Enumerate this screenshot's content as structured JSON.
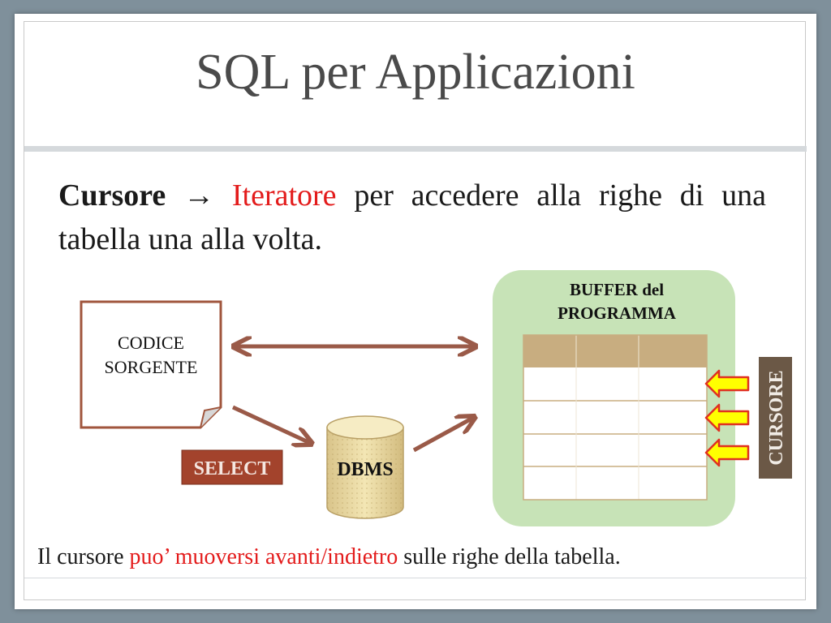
{
  "slide": {
    "title": "SQL per Applicazioni",
    "bullet": {
      "term": "Cursore",
      "arrow": "→",
      "highlight": "Iteratore",
      "rest": "per accedere alla righe di una tabella una alla volta."
    },
    "footer": {
      "before": "Il cursore",
      "highlight": "puo’ muoversi avanti/indietro",
      "after": "sulle righe della tabella."
    }
  },
  "diagram": {
    "source_code": {
      "line1": "CODICE",
      "line2": "SORGENTE"
    },
    "select_label": "SELECT",
    "dbms_label": "DBMS",
    "buffer": {
      "line1": "BUFFER del",
      "line2": "PROGRAMMA"
    },
    "cursor_label": "CURSORE"
  },
  "colors": {
    "arrow": "#9a5a48",
    "highlight_text": "#e31b1b",
    "buffer_bg": "#c7e3b7",
    "table_header": "#c8ad80",
    "select_badge": "#a3432c",
    "cursor_badge": "#6b5846",
    "yellow_arrow_fill": "#ffff00",
    "yellow_arrow_stroke": "#e03020"
  }
}
